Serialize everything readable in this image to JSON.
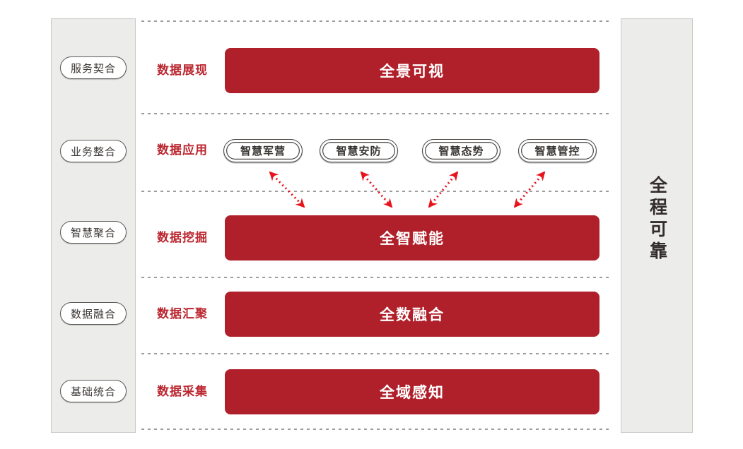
{
  "left_sidebar": {
    "items": [
      "服务契合",
      "业务整合",
      "智慧聚合",
      "数据融合",
      "基础统合"
    ]
  },
  "right_sidebar": {
    "label": "全程可靠"
  },
  "rows": [
    {
      "label": "数据展现",
      "bar_label": "全景可视"
    },
    {
      "label": "数据应用",
      "apps": [
        "智慧军营",
        "智慧安防",
        "智慧态势",
        "智慧管控"
      ]
    },
    {
      "label": "数据挖掘",
      "bar_label": "全智赋能"
    },
    {
      "label": "数据汇聚",
      "bar_label": "全数融合"
    },
    {
      "label": "数据采集",
      "bar_label": "全域感知"
    }
  ],
  "colors": {
    "bar_red": "#B0202A",
    "label_red": "#BB2730",
    "arrow_red": "#E8121B",
    "sidebar_bg": "#ECECEB",
    "pill_border": "#4A4745"
  }
}
